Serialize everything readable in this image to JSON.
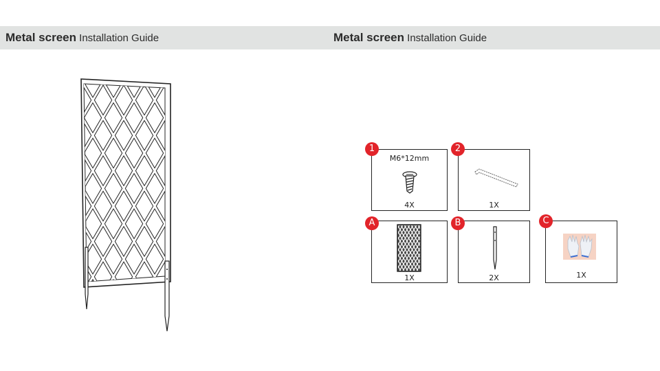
{
  "header": {
    "left": {
      "title": "Metal screen",
      "subtitle": "Installation Guide"
    },
    "right": {
      "title": "Metal screen",
      "subtitle": "Installation Guide"
    }
  },
  "parts": [
    {
      "badge": "1",
      "label": "M6*12mm",
      "quantity": "4X",
      "icon": "screw-icon"
    },
    {
      "badge": "2",
      "label": "",
      "quantity": "1X",
      "icon": "hex-key-icon"
    },
    {
      "badge": "A",
      "label": "",
      "quantity": "1X",
      "icon": "lattice-panel-icon"
    },
    {
      "badge": "B",
      "label": "",
      "quantity": "2X",
      "icon": "ground-stake-icon"
    },
    {
      "badge": "C",
      "label": "",
      "quantity": "1X",
      "icon": "gloves-icon"
    }
  ],
  "colors": {
    "header_bg": "#e1e3e2",
    "badge": "#e2242a",
    "line": "#222222"
  }
}
